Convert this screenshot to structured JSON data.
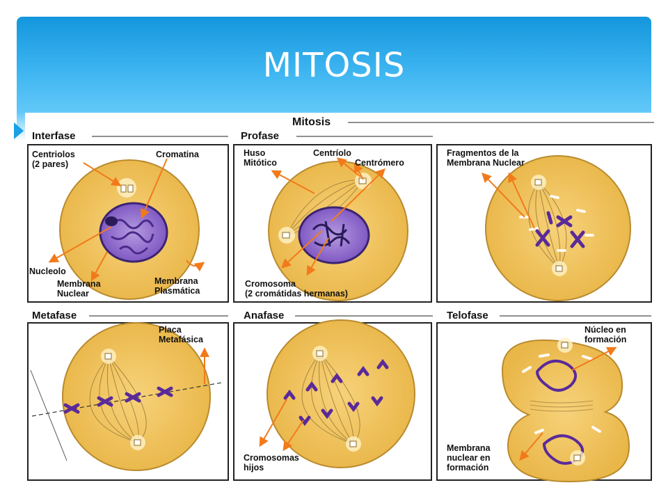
{
  "slide": {
    "title": "MITOSIS",
    "colors": {
      "header_top": "#1496dd",
      "header_bottom": "#63c8f8",
      "cell_fill": "#f2c45a",
      "cell_stroke": "#b98a2e",
      "chromatin": "#6e3fb0",
      "arrow": "#f27a1a"
    }
  },
  "diagram": {
    "heading": "Mitosis",
    "panels": {
      "interfase": {
        "title": "Interfase",
        "labels": [
          "Centriolos",
          "(2 pares)",
          "Cromatina",
          "Nucleolo",
          "Membrana",
          "Nuclear",
          "Membrana",
          "Plasmática"
        ]
      },
      "profase": {
        "title": "Profase",
        "labels": [
          "Huso",
          "Mitótico",
          "Centríolo",
          "Centrómero",
          "Cromosoma",
          "(2 cromátidas hermanas)"
        ]
      },
      "prometafase": {
        "title": "",
        "labels": [
          "Fragmentos de la",
          "Membrana Nuclear"
        ]
      },
      "metafase": {
        "title": "Metafase",
        "labels": [
          "Placa",
          "Metafásica"
        ]
      },
      "anafase": {
        "title": "Anafase",
        "labels": [
          "Cromosomas",
          "hijos"
        ]
      },
      "telofase": {
        "title": "Telofase",
        "labels": [
          "Núcleo en",
          "formación",
          "Membrana",
          "nuclear en",
          "formación"
        ]
      }
    }
  }
}
